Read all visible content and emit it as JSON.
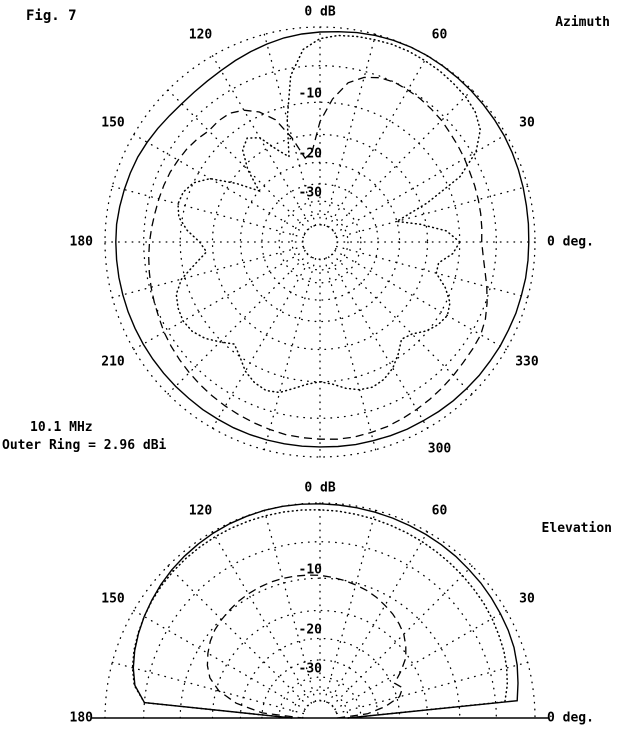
{
  "figure": {
    "fig_label": "Fig. 7",
    "frequency_label": "10.1 MHz",
    "outer_ring_label": "Outer Ring = 2.96 dBi"
  },
  "azimuth": {
    "title": "Azimuth",
    "scale_label": "0 dB",
    "angle_labels": [
      {
        "angle": 0,
        "text": "0 deg."
      },
      {
        "angle": 30,
        "text": "30"
      },
      {
        "angle": 60,
        "text": "60"
      },
      {
        "angle": 120,
        "text": "120"
      },
      {
        "angle": 150,
        "text": "150"
      },
      {
        "angle": 180,
        "text": "180"
      },
      {
        "angle": 210,
        "text": "210"
      },
      {
        "angle": 300,
        "text": "300"
      },
      {
        "angle": 330,
        "text": "330"
      }
    ],
    "db_labels": [
      {
        "db": -10,
        "text": "-10"
      },
      {
        "db": -20,
        "text": "-20"
      },
      {
        "db": -30,
        "text": "-30"
      }
    ]
  },
  "elevation": {
    "title": "Elevation",
    "scale_label": "0 dB",
    "angle_labels": [
      {
        "angle": 0,
        "text": "0 deg."
      },
      {
        "angle": 30,
        "text": "30"
      },
      {
        "angle": 60,
        "text": "60"
      },
      {
        "angle": 120,
        "text": "120"
      },
      {
        "angle": 150,
        "text": "150"
      },
      {
        "angle": 180,
        "text": "180"
      }
    ],
    "db_labels": [
      {
        "db": -10,
        "text": "-10"
      },
      {
        "db": -20,
        "text": "-20"
      },
      {
        "db": -30,
        "text": "-30"
      }
    ]
  },
  "chart_data": [
    {
      "type": "line",
      "subtype": "polar-radiation-pattern",
      "title": "Azimuth pattern",
      "frequency": "10.1 MHz",
      "outer_ring_dbi": 2.96,
      "scale": "ARRL log scale, 0 dB at outer ring",
      "ring_levels_db": [
        0,
        -5,
        -10,
        -15,
        -20,
        -25,
        -30,
        -35,
        -40
      ],
      "labeled_rings_db": [
        -10,
        -20,
        -30
      ],
      "angle_start_deg": 0,
      "angle_step_deg": 5,
      "closed": true,
      "series": [
        {
          "name": "pattern-solid",
          "style": "solid",
          "values_db": [
            -0.8,
            -0.75,
            -0.7,
            -0.6,
            -0.5,
            -0.4,
            -0.3,
            -0.25,
            -0.2,
            -0.15,
            -0.1,
            -0.05,
            0,
            0,
            -0.05,
            -0.15,
            -0.3,
            -0.5,
            -0.65,
            -0.8,
            -1.0,
            -1.3,
            -1.6,
            -1.9,
            -2.2,
            -2.4,
            -2.5,
            -2.5,
            -2.4,
            -2.2,
            -2.0,
            -1.8,
            -1.7,
            -1.6,
            -1.5,
            -1.4,
            -1.4,
            -1.4,
            -1.4,
            -1.4,
            -1.4,
            -1.4,
            -1.4,
            -1.4,
            -1.4,
            -1.4,
            -1.4,
            -1.35,
            -1.35,
            -1.3,
            -1.3,
            -1.3,
            -1.3,
            -1.3,
            -1.3,
            -1.25,
            -1.2,
            -1.2,
            -1.15,
            -1.1,
            -1.1,
            -1.05,
            -1.0,
            -1.0,
            -0.95,
            -0.95,
            -0.9,
            -0.9,
            -0.85,
            -0.85,
            -0.8,
            -0.8
          ]
        },
        {
          "name": "pattern-dashed",
          "style": "dashed",
          "values_db": [
            -7.0,
            -6.9,
            -6.8,
            -6.7,
            -6.6,
            -6.5,
            -6.3,
            -6.1,
            -5.9,
            -5.6,
            -5.4,
            -5.2,
            -5.1,
            -5.0,
            -5.2,
            -5.8,
            -7.0,
            -9.5,
            -13,
            -18,
            -19,
            -15,
            -11.5,
            -9.5,
            -8.3,
            -7.6,
            -7.5,
            -7.6,
            -7.2,
            -6.9,
            -6.7,
            -6.5,
            -6.4,
            -6.3,
            -6.2,
            -6.0,
            -5.8,
            -5.6,
            -5.4,
            -5.2,
            -5.0,
            -4.8,
            -4.5,
            -4.3,
            -4.1,
            -3.9,
            -3.7,
            -3.5,
            -3.3,
            -3.1,
            -2.9,
            -2.7,
            -2.5,
            -2.4,
            -2.3,
            -2.2,
            -2.2,
            -2.3,
            -2.4,
            -2.6,
            -2.8,
            -3.0,
            -3.2,
            -3.4,
            -3.6,
            -3.7,
            -3.8,
            -4.2,
            -4.8,
            -5.5,
            -6.2,
            -6.7
          ]
        },
        {
          "name": "pattern-dotted",
          "style": "dotted",
          "values_db": [
            -10,
            -12,
            -16,
            -20,
            -14,
            -8,
            -4.5,
            -2.5,
            -1.6,
            -1.2,
            -1.0,
            -0.8,
            -0.7,
            -0.6,
            -0.6,
            -0.7,
            -0.8,
            -1.0,
            -1.5,
            -2.8,
            -6,
            -12,
            -18,
            -16,
            -13,
            -12,
            -13,
            -16,
            -20,
            -16,
            -12,
            -10,
            -9.2,
            -9,
            -9.5,
            -11,
            -13,
            -14,
            -12,
            -9.5,
            -8.2,
            -7.7,
            -7.5,
            -7.8,
            -8.6,
            -9.8,
            -11,
            -10,
            -8.7,
            -7.9,
            -7.5,
            -7.8,
            -8.8,
            -9.6,
            -10,
            -9.6,
            -8.8,
            -8.2,
            -8.0,
            -8.4,
            -9.2,
            -10.5,
            -12,
            -11.5,
            -10.2,
            -9.4,
            -9.0,
            -9.5,
            -11,
            -13,
            -13,
            -11
          ]
        }
      ]
    },
    {
      "type": "line",
      "subtype": "polar-radiation-pattern",
      "title": "Elevation pattern",
      "scale": "ARRL log scale, 0 dB at outer ring",
      "ring_levels_db": [
        0,
        -5,
        -10,
        -15,
        -20,
        -25,
        -30,
        -35,
        -40
      ],
      "labeled_rings_db": [
        -10,
        -20,
        -30
      ],
      "angle_start_deg": 0,
      "angle_step_deg": 5,
      "angle_range_deg": [
        0,
        180
      ],
      "closed": false,
      "series": [
        {
          "name": "pattern-solid",
          "style": "solid",
          "values_db": [
            -35,
            -2.2,
            -1.8,
            -1.4,
            -1.1,
            -0.95,
            -0.85,
            -0.75,
            -0.65,
            -0.6,
            -0.5,
            -0.45,
            -0.4,
            -0.35,
            -0.3,
            -0.25,
            -0.2,
            -0.15,
            -0.1,
            -0.05,
            0,
            0,
            -0.05,
            -0.1,
            -0.2,
            -0.35,
            -0.5,
            -0.7,
            -0.95,
            -1.25,
            -1.55,
            -1.9,
            -2.3,
            -2.8,
            -3.5,
            -5.0,
            -35
          ]
        },
        {
          "name": "pattern-dotted",
          "style": "dotted",
          "values_db": [
            -35,
            -3.8,
            -3.2,
            -2.8,
            -2.5,
            -2.3,
            -2.1,
            -1.95,
            -1.85,
            -1.75,
            -1.65,
            -1.55,
            -1.45,
            -1.35,
            -1.25,
            -1.15,
            -1.05,
            -0.95,
            -0.88,
            -0.8,
            -0.75,
            -0.72,
            -0.7,
            -0.7,
            -0.72,
            -0.78,
            -0.85,
            -0.95,
            -1.1,
            -1.3,
            -1.55,
            -1.85,
            -2.2,
            -2.7,
            -3.4,
            -5.0,
            -35
          ]
        },
        {
          "name": "pattern-dashed",
          "style": "dashed",
          "values_db": [
            -40,
            -28,
            -23,
            -19.5,
            -18.5,
            -19.5,
            -17.5,
            -15.5,
            -14.3,
            -13.3,
            -12.6,
            -12,
            -11.5,
            -11,
            -10.6,
            -10.3,
            -10,
            -9.8,
            -9.6,
            -9.5,
            -9.4,
            -9.35,
            -9.35,
            -9.4,
            -9.5,
            -9.65,
            -9.85,
            -10.1,
            -10.4,
            -10.9,
            -11.6,
            -12.4,
            -13.5,
            -15.5,
            -19,
            -25,
            -40
          ]
        }
      ]
    }
  ]
}
